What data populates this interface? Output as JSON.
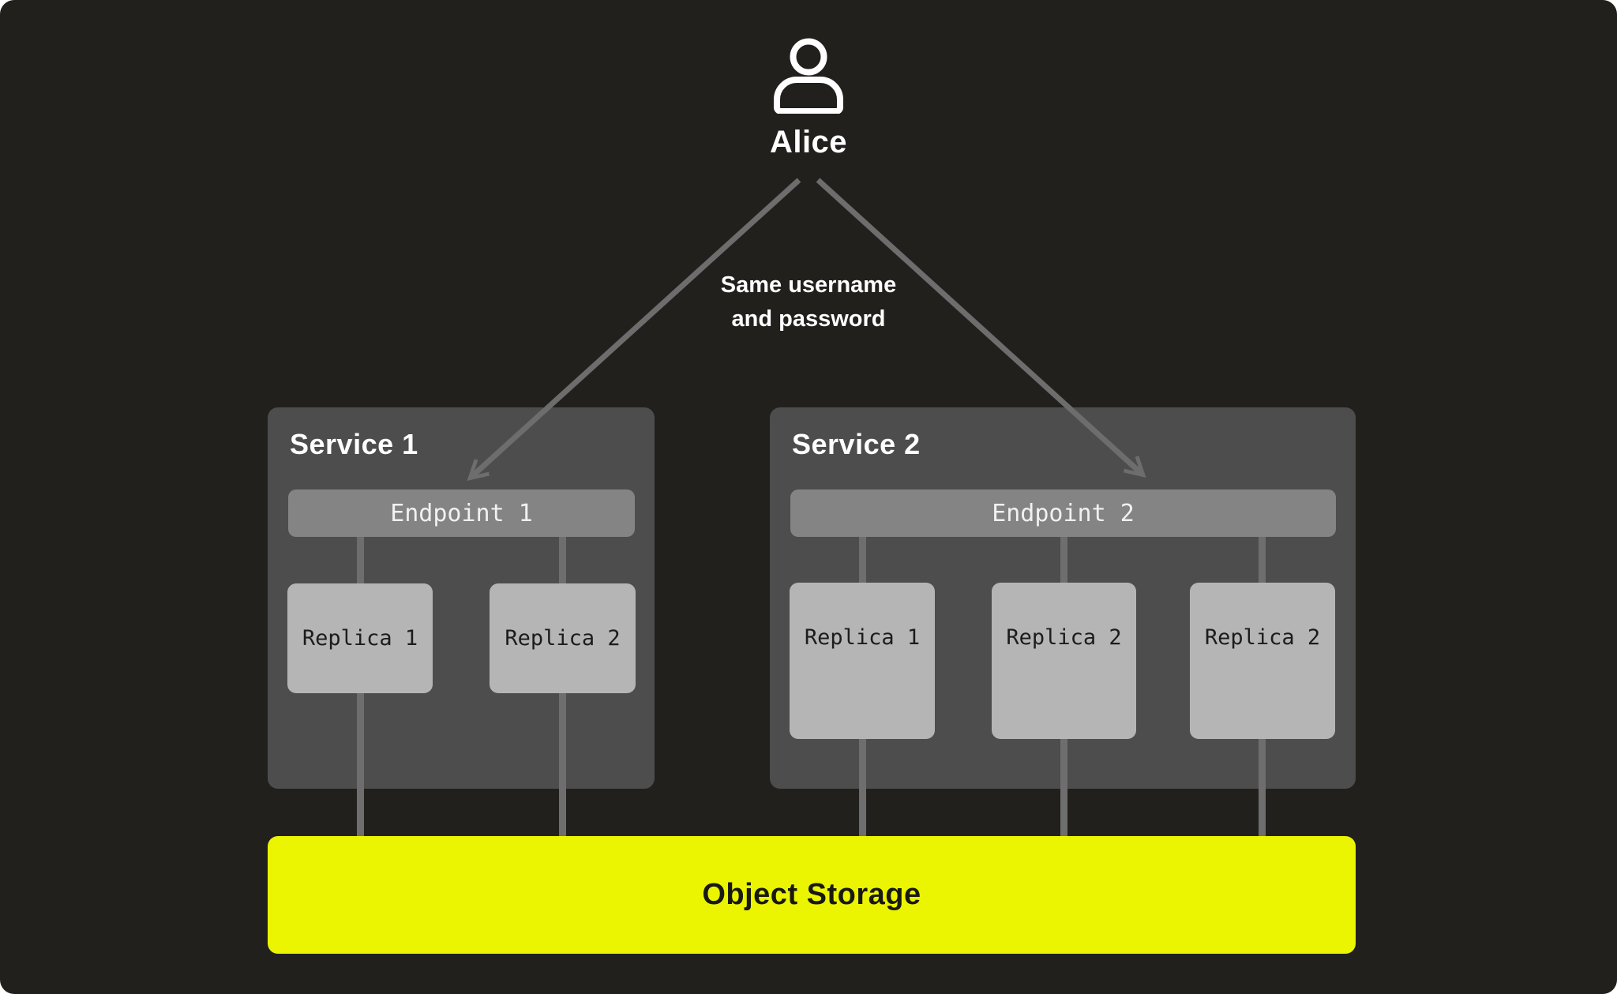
{
  "user": {
    "name": "Alice"
  },
  "auth_label": {
    "line1": "Same username",
    "line2": "and password"
  },
  "services": [
    {
      "title": "Service 1",
      "endpoint": "Endpoint 1",
      "replicas": [
        "Replica 1",
        "Replica 2"
      ]
    },
    {
      "title": "Service 2",
      "endpoint": "Endpoint 2",
      "replicas": [
        "Replica 1",
        "Replica 2",
        "Replica 2"
      ]
    }
  ],
  "storage": {
    "label": "Object Storage"
  },
  "colors": {
    "background": "#21201c",
    "service_box": "#4d4d4d",
    "endpoint_fill": "#848484",
    "replica_fill": "#b5b5b5",
    "storage_fill": "#ecf501",
    "arrow_line": "#6d6d6d",
    "connector_line": "#6e6e6e",
    "text_light": "#ffffff",
    "text_dark": "#1c1c1c"
  }
}
